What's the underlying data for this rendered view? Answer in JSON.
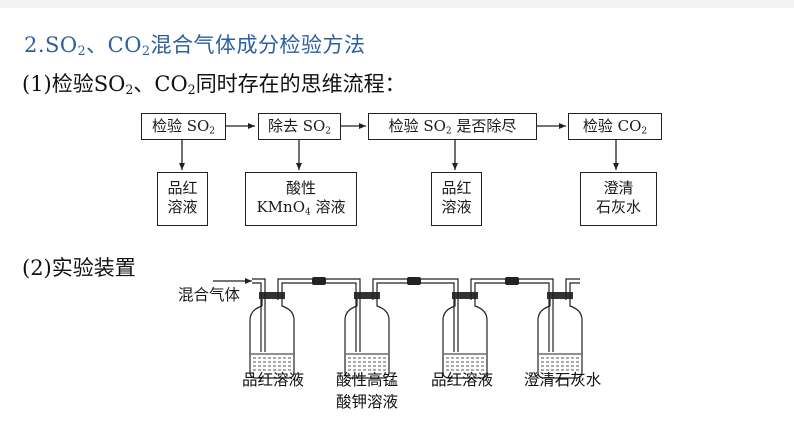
{
  "section_title": {
    "prefix": "2.SO",
    "sub1": "2",
    "mid": "、CO",
    "sub2": "2",
    "suffix": "混合气体成分检验方法"
  },
  "flow_title": {
    "prefix": "(1)检验SO",
    "sub1": "2",
    "mid": "、CO",
    "sub2": "2",
    "suffix": "同时存在的思维流程："
  },
  "flow_steps": [
    {
      "text": "检验 SO",
      "sub": "2",
      "after": ""
    },
    {
      "text": "除去 SO",
      "sub": "2",
      "after": ""
    },
    {
      "text": "检验 SO",
      "sub": "2",
      "after": " 是否除尽"
    },
    {
      "text": "检验 CO",
      "sub": "2",
      "after": ""
    }
  ],
  "reagents": [
    {
      "line1": "品红",
      "line2a": "溶液",
      "line2sub": "",
      "line2b": ""
    },
    {
      "line1": "酸性",
      "line2a": "KMnO",
      "line2sub": "4",
      "line2b": " 溶液"
    },
    {
      "line1": "品红",
      "line2a": "溶液",
      "line2sub": "",
      "line2b": ""
    },
    {
      "line1": "澄清",
      "line2a": "石灰水",
      "line2sub": "",
      "line2b": ""
    }
  ],
  "apparatus_title": "(2)实验装置",
  "gas_inlet_label": "混合气体",
  "bottle_labels": [
    {
      "line1": "品红溶液",
      "line2": ""
    },
    {
      "line1": "酸性高锰",
      "line2": "酸钾溶液"
    },
    {
      "line1": "品红溶液",
      "line2": ""
    },
    {
      "line1": "澄清石灰水",
      "line2": ""
    }
  ],
  "colors": {
    "title_blue": "#2b5f9e",
    "line": "#222222"
  }
}
